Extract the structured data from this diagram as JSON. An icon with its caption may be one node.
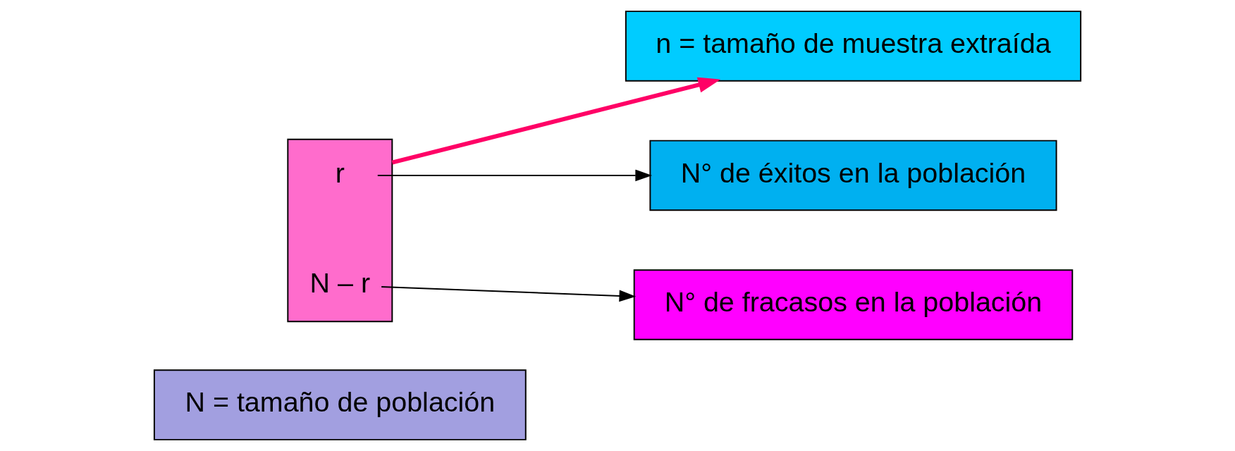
{
  "diagram": {
    "nodes": [
      {
        "text": [
          "N = tamaño de población"
        ]
      },
      {
        "text": [],
        "shape": "box"
      },
      {
        "text": [
          "r"
        ],
        "in": 1
      },
      {
        "text": [
          "N – r"
        ],
        "in": 1
      },
      {
        "text": [
          "n = tamaño de muestra extraída"
        ]
      },
      {
        "text": [
          "N° de éxitos en la población"
        ]
      },
      {
        "text": [
          "N° de fracasos en la población"
        ]
      }
    ],
    "edges": [
      {
        "from": 1,
        "to": 4,
        "arrow": "to",
        "style": "thick",
        "color": "#ff0066"
      },
      {
        "from": 2,
        "to": 5,
        "arrow": "to"
      },
      {
        "from": 3,
        "to": 6,
        "arrow": "to"
      }
    ]
  }
}
